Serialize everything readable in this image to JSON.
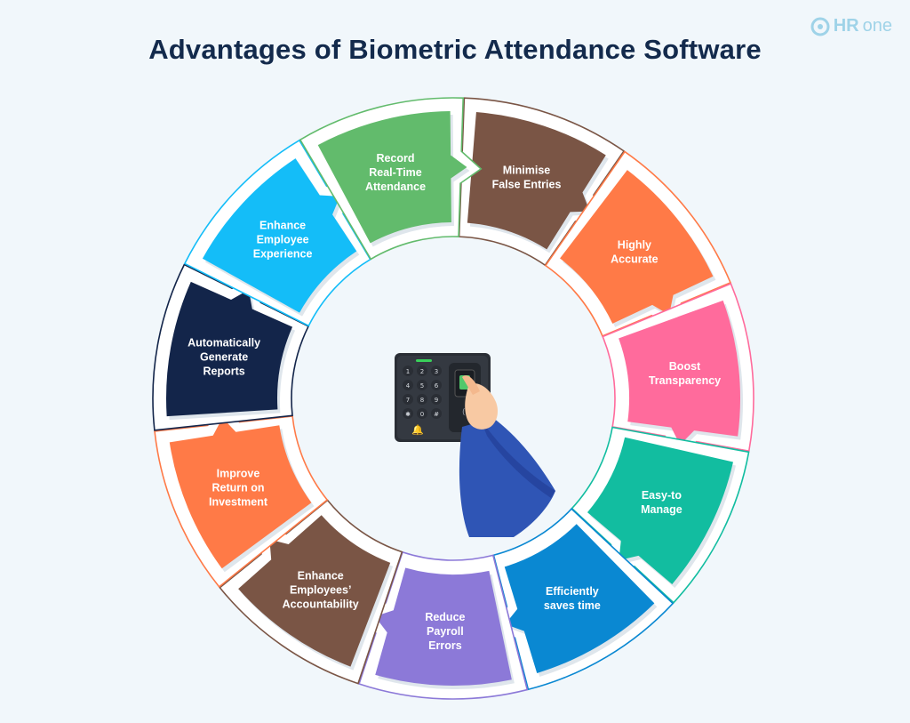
{
  "title": "Advantages of Biometric Attendance Software",
  "brand": {
    "bold": "HR",
    "light": "one"
  },
  "segments": [
    {
      "label": [
        "Minimise",
        "False Entries"
      ],
      "color": "#7a5545"
    },
    {
      "label": [
        "Highly",
        "Accurate"
      ],
      "color": "#ff7a47"
    },
    {
      "label": [
        "Boost",
        "Transparency"
      ],
      "color": "#ff6b9c"
    },
    {
      "label": [
        "Easy-to",
        "Manage"
      ],
      "color": "#12bda0"
    },
    {
      "label": [
        "Efficiently",
        "saves time"
      ],
      "color": "#0a88d2"
    },
    {
      "label": [
        "Reduce",
        "Payroll",
        "Errors"
      ],
      "color": "#8c79d8"
    },
    {
      "label": [
        "Enhance",
        "Employees’",
        "Accountability"
      ],
      "color": "#7a5545"
    },
    {
      "label": [
        "Improve",
        "Return on",
        "Investment"
      ],
      "color": "#ff7a47"
    },
    {
      "label": [
        "Automatically",
        "Generate",
        "Reports"
      ],
      "color": "#13254a"
    },
    {
      "label": [
        "Enhance",
        "Employee",
        "Experience"
      ],
      "color": "#14bdf8"
    },
    {
      "label": [
        "Record",
        "Real-Time",
        "Attendance"
      ],
      "color": "#62bb6c"
    }
  ],
  "device": {
    "keys": [
      "1",
      "2",
      "3",
      "4",
      "5",
      "6",
      "7",
      "8",
      "9",
      "✱",
      "0",
      "#"
    ]
  }
}
